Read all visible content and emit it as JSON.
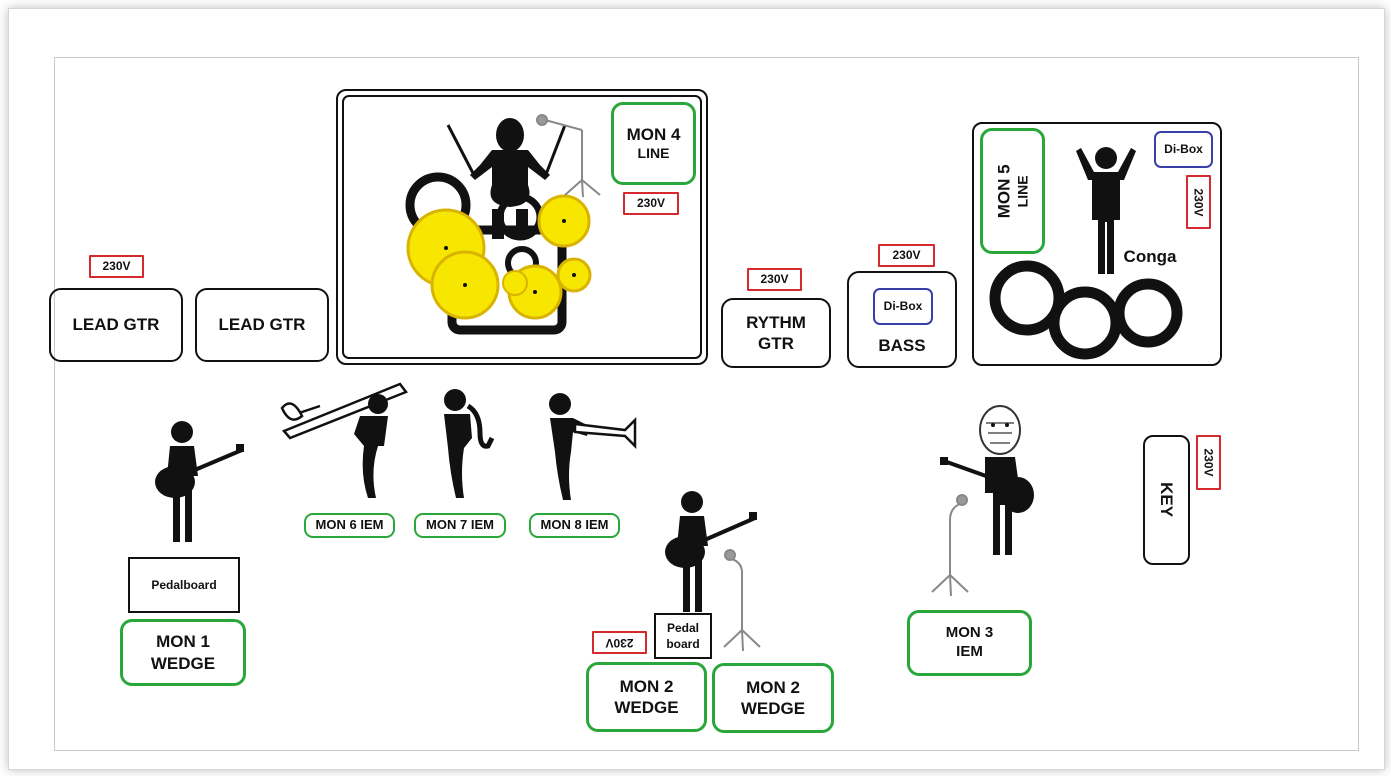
{
  "amps": {
    "lead_gtr_1": "LEAD GTR",
    "lead_gtr_2": "LEAD GTR",
    "rythm_gtr": "RYTHM GTR",
    "bass": "BASS",
    "key": "KEY"
  },
  "power": {
    "label": "230V"
  },
  "dibox": {
    "label": "Di-Box"
  },
  "percussion": {
    "label": "Conga"
  },
  "pedalboards": {
    "left": "Pedalboard",
    "center": "Pedal board"
  },
  "monitors": {
    "mon1": "MON 1 WEDGE",
    "mon2a": "MON 2 WEDGE",
    "mon2b": "MON 2 WEDGE",
    "mon3": "MON 3 IEM",
    "mon4": "MON 4",
    "mon4_sub": "LINE",
    "mon5": "MON 5",
    "mon5_sub": "LINE",
    "mon6": "MON 6 IEM",
    "mon7": "MON 7 IEM",
    "mon8": "MON 8 IEM"
  },
  "colors": {
    "monitor": "#2aa73a",
    "power": "#d3292f",
    "dibox": "#3a3fa8",
    "cymbal": "#f7e600",
    "cymbal_edge": "#d8b400",
    "outline": "#111111"
  },
  "icons": [
    "guitarist-icon",
    "trombone-player-icon",
    "sax-player-icon",
    "trumpet-player-icon",
    "drummer-icon",
    "mic-stand-icon",
    "conga-player-icon",
    "wookiee-guitarist-icon"
  ]
}
